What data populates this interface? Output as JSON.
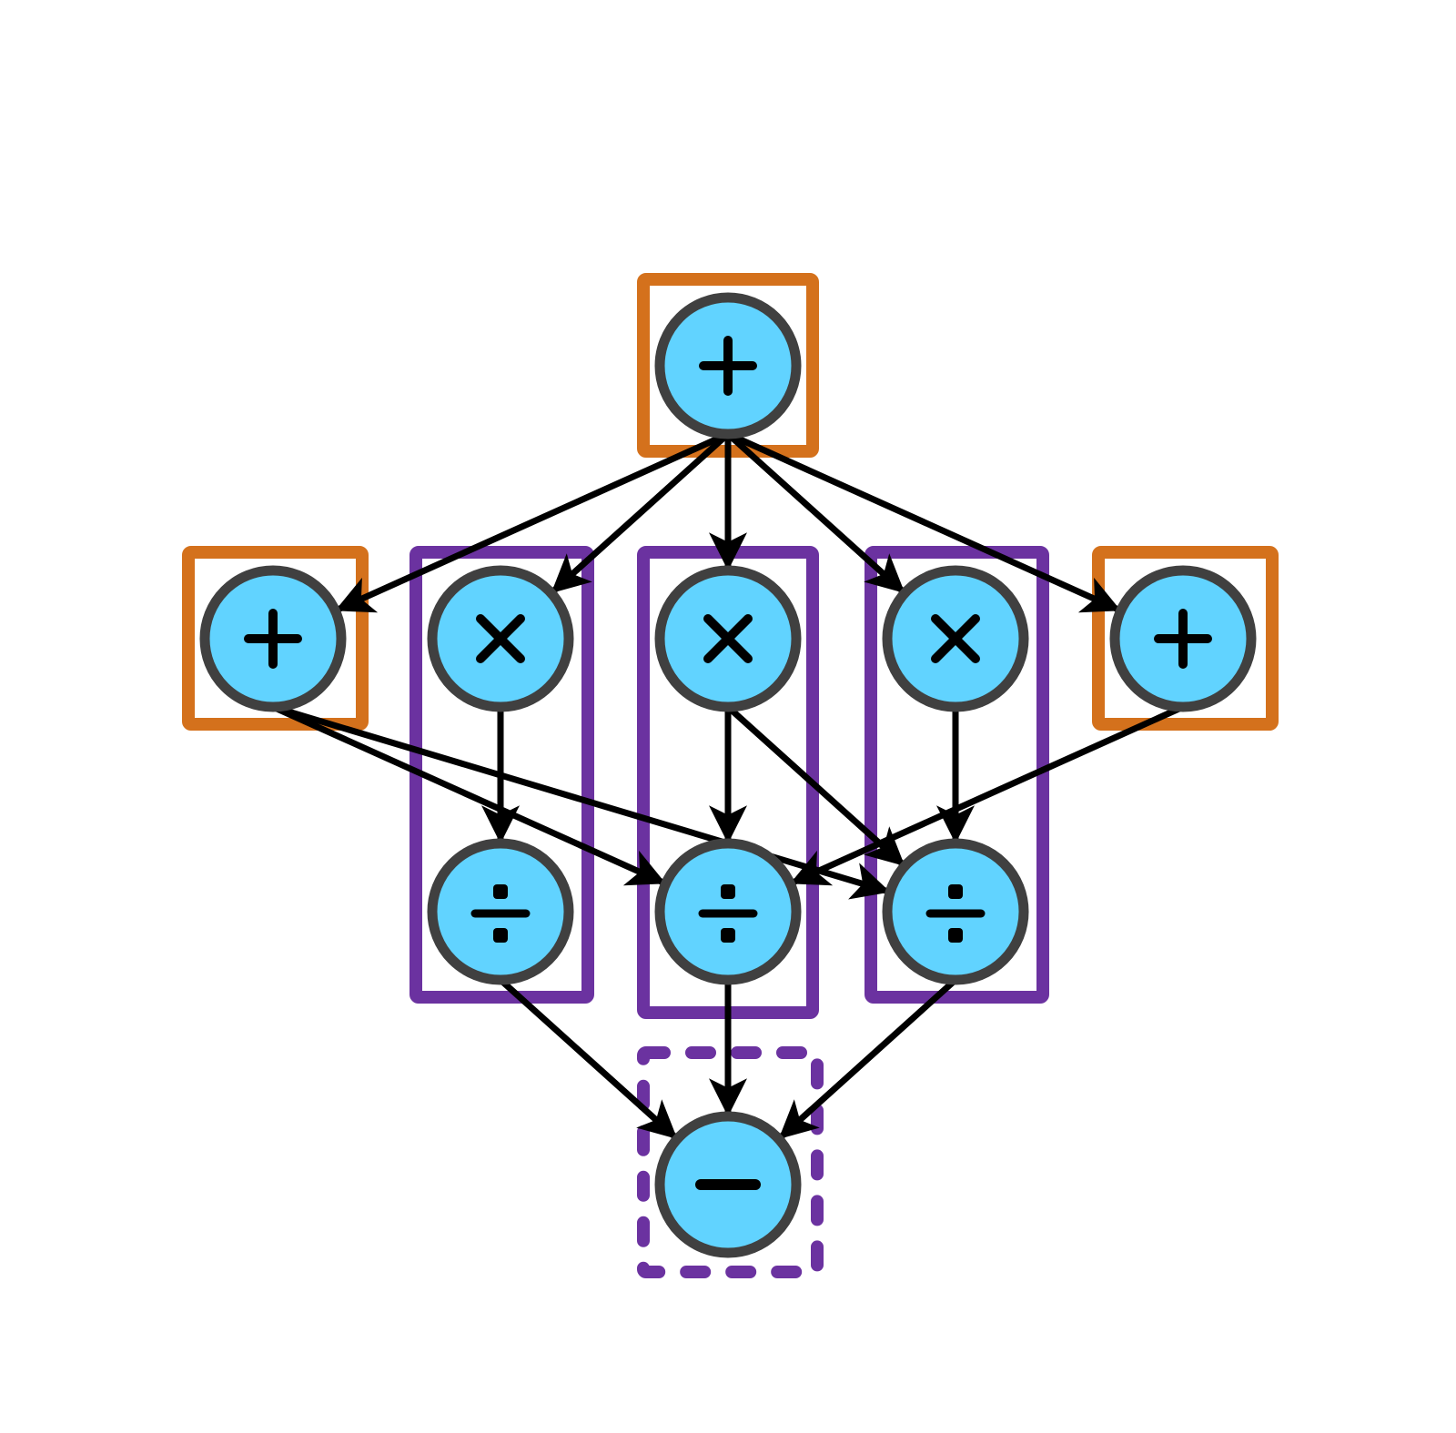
{
  "colors": {
    "background": "#ffffff",
    "node_fill": "#61d3ff",
    "node_stroke": "#404040",
    "edge": "#000000",
    "orange_group": "#d4711c",
    "purple_group": "#6b32a0"
  },
  "nodes": [
    {
      "id": "n0",
      "operator": "plus-icon"
    },
    {
      "id": "n1",
      "operator": "plus-icon"
    },
    {
      "id": "n2",
      "operator": "times-icon"
    },
    {
      "id": "n3",
      "operator": "times-icon"
    },
    {
      "id": "n4",
      "operator": "times-icon"
    },
    {
      "id": "n5",
      "operator": "plus-icon"
    },
    {
      "id": "n6",
      "operator": "divide-icon"
    },
    {
      "id": "n7",
      "operator": "divide-icon"
    },
    {
      "id": "n8",
      "operator": "divide-icon"
    },
    {
      "id": "n9",
      "operator": "minus-icon"
    }
  ],
  "edges": [
    [
      "n0",
      "n1"
    ],
    [
      "n0",
      "n2"
    ],
    [
      "n0",
      "n3"
    ],
    [
      "n0",
      "n4"
    ],
    [
      "n0",
      "n5"
    ],
    [
      "n1",
      "n7"
    ],
    [
      "n1",
      "n8"
    ],
    [
      "n2",
      "n6"
    ],
    [
      "n3",
      "n7"
    ],
    [
      "n3",
      "n8"
    ],
    [
      "n4",
      "n8"
    ],
    [
      "n5",
      "n7"
    ],
    [
      "n6",
      "n9"
    ],
    [
      "n7",
      "n9"
    ],
    [
      "n8",
      "n9"
    ]
  ],
  "groups": [
    {
      "id": "g-top",
      "color": "orange",
      "style": "solid",
      "members": [
        "n0"
      ]
    },
    {
      "id": "g-left",
      "color": "orange",
      "style": "solid",
      "members": [
        "n1"
      ]
    },
    {
      "id": "g-right",
      "color": "orange",
      "style": "solid",
      "members": [
        "n5"
      ]
    },
    {
      "id": "g-col1",
      "color": "purple",
      "style": "solid",
      "members": [
        "n2",
        "n6"
      ]
    },
    {
      "id": "g-col2",
      "color": "purple",
      "style": "solid",
      "members": [
        "n3",
        "n7"
      ]
    },
    {
      "id": "g-col3",
      "color": "purple",
      "style": "solid",
      "members": [
        "n4",
        "n8"
      ]
    },
    {
      "id": "g-bottom",
      "color": "purple",
      "style": "dashed",
      "members": [
        "n9"
      ]
    }
  ]
}
